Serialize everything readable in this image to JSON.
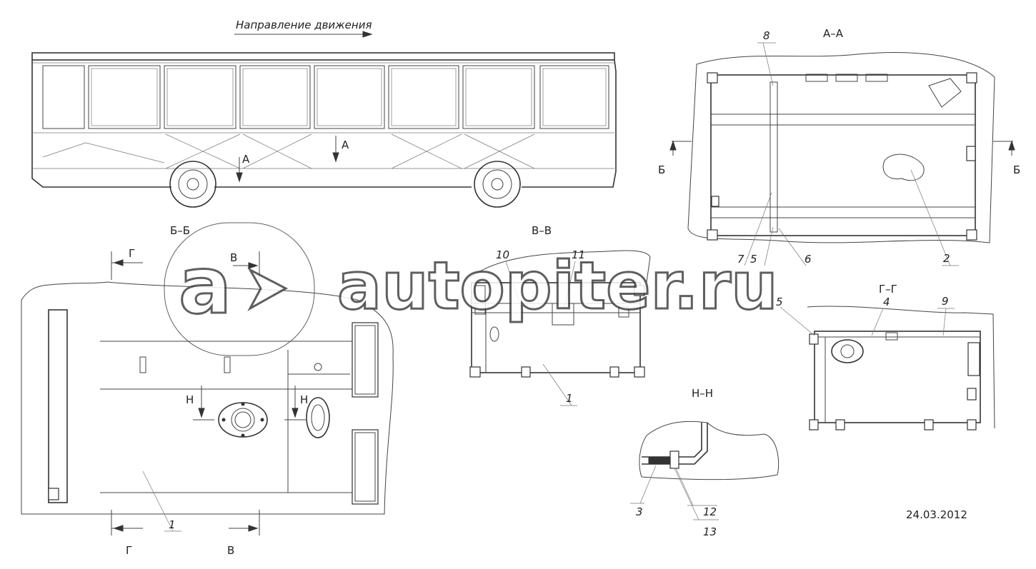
{
  "header": {
    "direction_label": "Направление движения"
  },
  "sections": {
    "aa": "А–А",
    "bb": "Б–Б",
    "vv": "В–В",
    "gg": "Г–Г",
    "nn": "Н–Н"
  },
  "cut_marks": {
    "a": "А",
    "b": "Б",
    "v": "В",
    "g": "Г",
    "n": "Н"
  },
  "callouts": {
    "c1": "1",
    "c2": "2",
    "c3": "3",
    "c4": "4",
    "c5": "5",
    "c6": "6",
    "c7": "7",
    "c8": "8",
    "c9": "9",
    "c10": "10",
    "c11": "11",
    "c12": "12",
    "c13": "13"
  },
  "watermark": {
    "logo_letter": "a",
    "site": "autopiter.ru"
  },
  "footer": {
    "date": "24.03.2012"
  }
}
